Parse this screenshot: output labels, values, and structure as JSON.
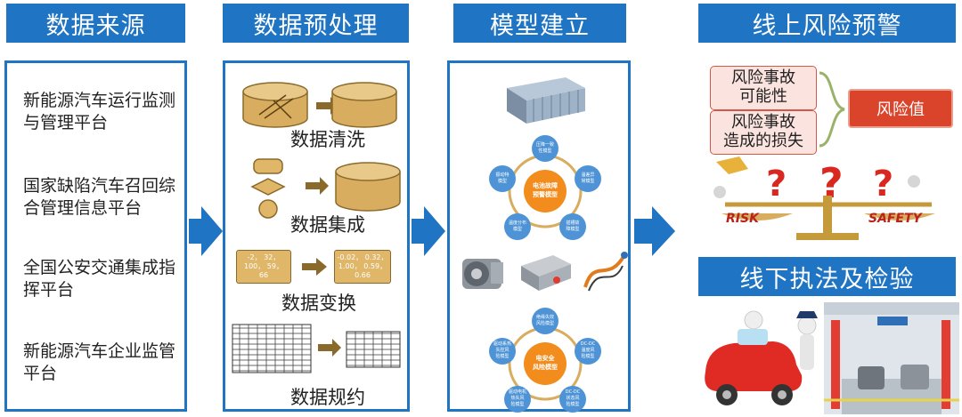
{
  "headers": {
    "sources": "数据来源",
    "preprocess": "数据预处理",
    "modeling": "模型建立",
    "online": "线上风险预警",
    "offline": "线下执法及检验"
  },
  "sources": [
    "新能源汽车运行监测与管理平台",
    "国家缺陷汽车召回综合管理信息平台",
    "全国公安交通集成指挥平台",
    "新能源汽车企业监管平台"
  ],
  "preprocess": {
    "cleaning": "数据清洗",
    "integration": "数据集成",
    "transform": "数据变换",
    "reduction": "数据规约",
    "transform_before": [
      "-2， 32，",
      "100， 59，",
      "66"
    ],
    "transform_after": [
      "-0.02， 0.32，",
      "1.00， 0.59，",
      "0.66"
    ]
  },
  "model": {
    "battery_center": [
      "电池故障",
      "预警模型"
    ],
    "battery_nodes": [
      [
        "压降一致",
        "性模型"
      ],
      [
        "温差异",
        "常模型"
      ],
      [
        "插槽故",
        "障模型"
      ],
      [
        "温度分布",
        "模型"
      ],
      [
        "振动特",
        "模型"
      ]
    ],
    "safety_center": [
      "电安全",
      "风险模型"
    ],
    "safety_nodes": [
      [
        "绝缘失效",
        "风险模型"
      ],
      [
        "DC-DC",
        "温度风",
        "险模型"
      ],
      [
        "DC-DC",
        "状态风",
        "险模型"
      ],
      [
        "驱动电机",
        "热失风",
        "险模型"
      ],
      [
        "驱动系热",
        "失控风",
        "险模型"
      ]
    ]
  },
  "online": {
    "possibility": [
      "风险事故",
      "可能性"
    ],
    "loss": [
      "风险事故",
      "造成的损失"
    ],
    "value": "风险值",
    "risk_word": "RISK",
    "safety_word": "SAFETY"
  }
}
